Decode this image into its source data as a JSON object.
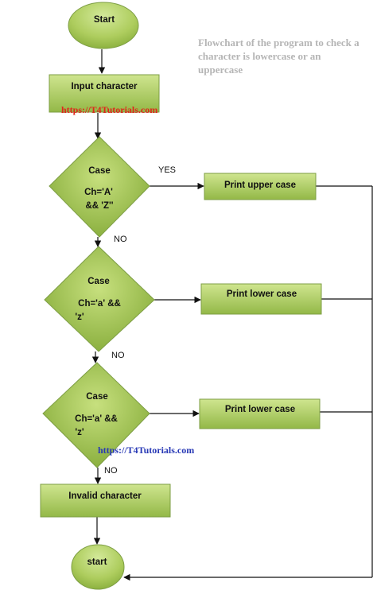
{
  "caption": {
    "line1": "Flowchart of the program to check a",
    "line2": "character is lowercase or an",
    "line3": "uppercase"
  },
  "watermarks": {
    "top": "https://T4Tutorials.com",
    "bottom": "https://T4Tutorials.com"
  },
  "nodes": {
    "start": "Start",
    "input": "Input character",
    "case1": {
      "l1": "Case",
      "l2": "Ch='A'",
      "l3": "&& 'Z''"
    },
    "case2": {
      "l1": "Case",
      "l2": "Ch='a' &&",
      "l3": "'z'"
    },
    "case3": {
      "l1": "Case",
      "l2": "Ch='a' &&",
      "l3": "'z'"
    },
    "print1": "Print upper case",
    "print2": "Print lower case",
    "print3": "Print lower case",
    "invalid": "Invalid character",
    "end": "start"
  },
  "edges": {
    "yes": "YES",
    "no1": "NO",
    "no2": "NO",
    "no3": "NO"
  },
  "colors": {
    "fill_light": "#c6e07f",
    "fill_dark": "#86ac3a",
    "stroke": "#7d9e44",
    "line": "#111111"
  }
}
